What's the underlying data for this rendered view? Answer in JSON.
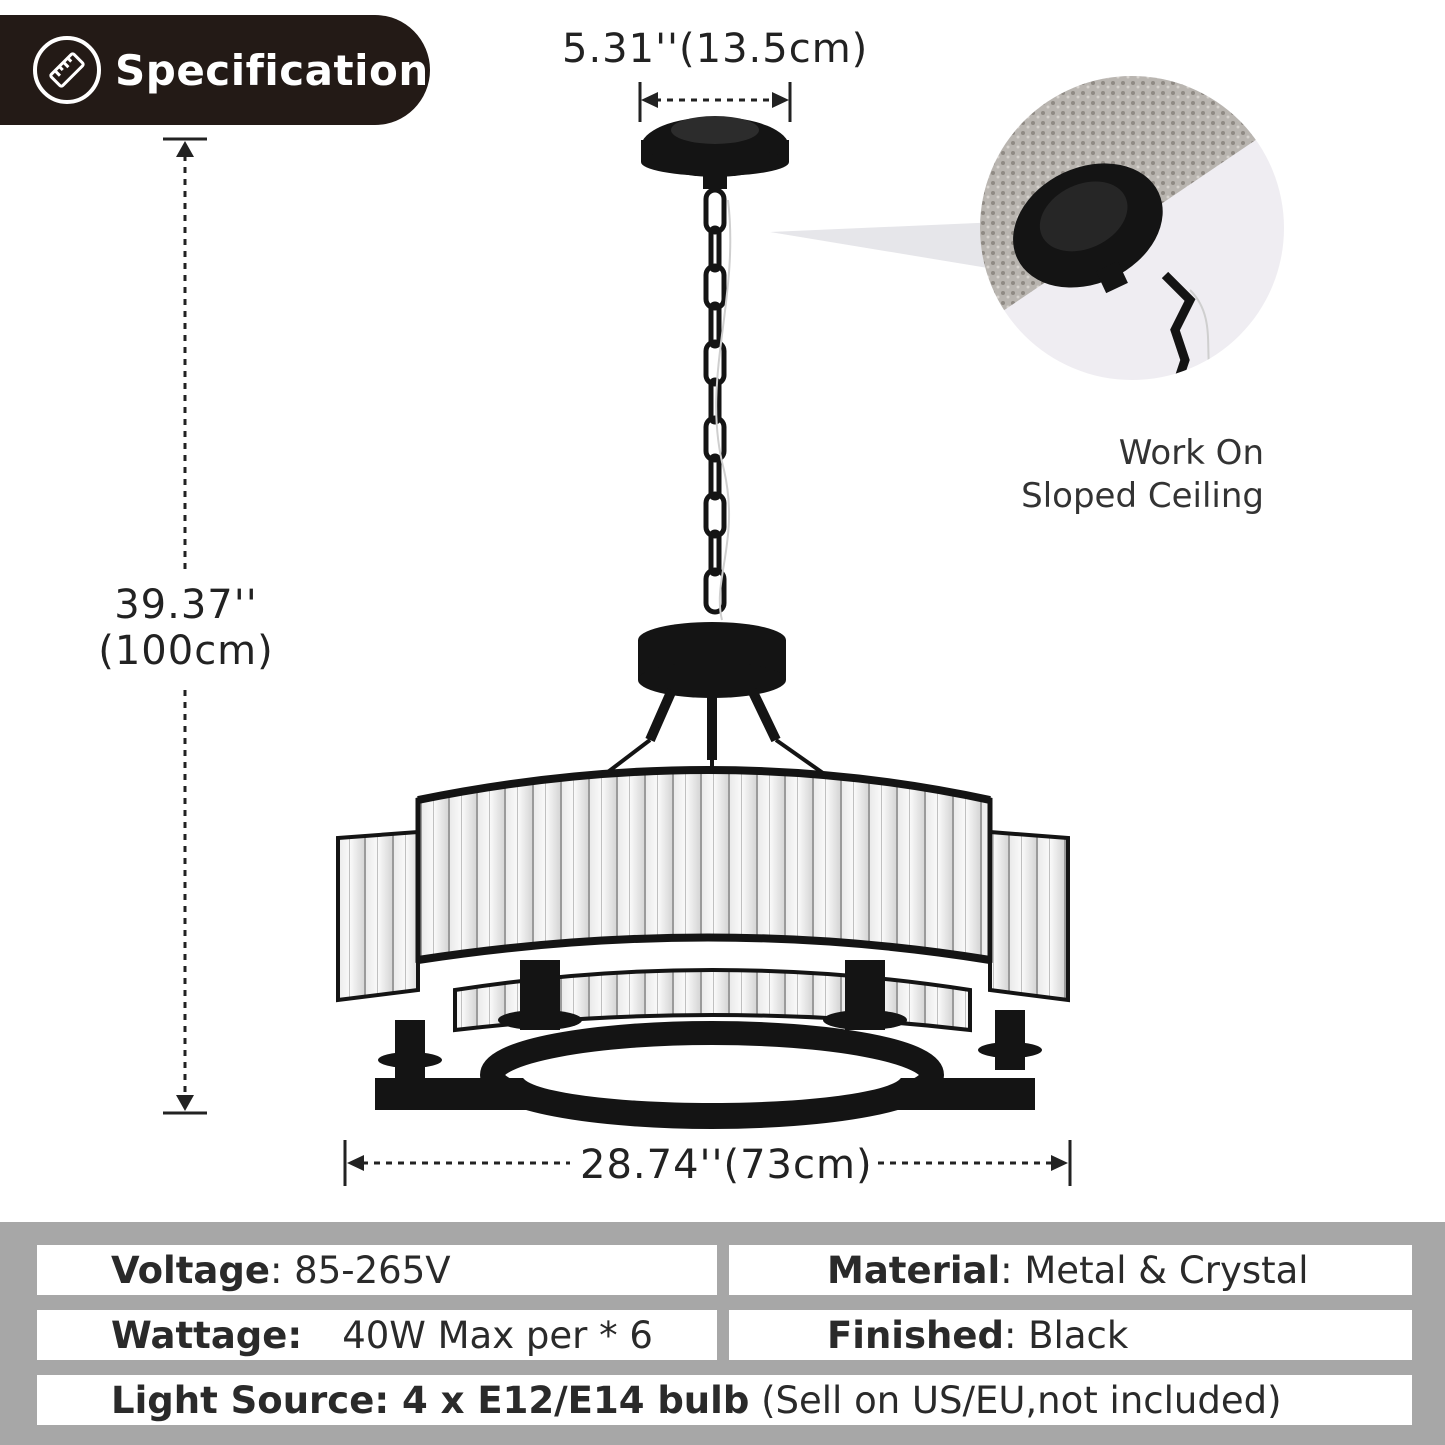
{
  "header": {
    "title": "Specification",
    "icon": "ruler-icon"
  },
  "dimensions": {
    "top_width": "5.31''(13.5cm)",
    "height_line1": "39.37''",
    "height_line2": "(100cm)",
    "bottom_width": "28.74''(73cm)"
  },
  "callout": {
    "line1": "Work On",
    "line2": "Sloped Ceiling"
  },
  "specs": {
    "voltage_label": "Voltage",
    "voltage_value": ": 85-265V",
    "material_label": "Material",
    "material_value": ":  Metal & Crystal",
    "wattage_label": "Wattage:",
    "wattage_value": "40W Max per * 6",
    "finished_label": "Finished",
    "finished_value": ": Black",
    "light_label": "Light Source",
    "light_value": ": 4 x E12/E14 bulb",
    "light_note": "(Sell on US/EU,not included)"
  },
  "colors": {
    "badge": "#231a16",
    "table_border": "#a7a7a7",
    "fixture": "#141414"
  }
}
